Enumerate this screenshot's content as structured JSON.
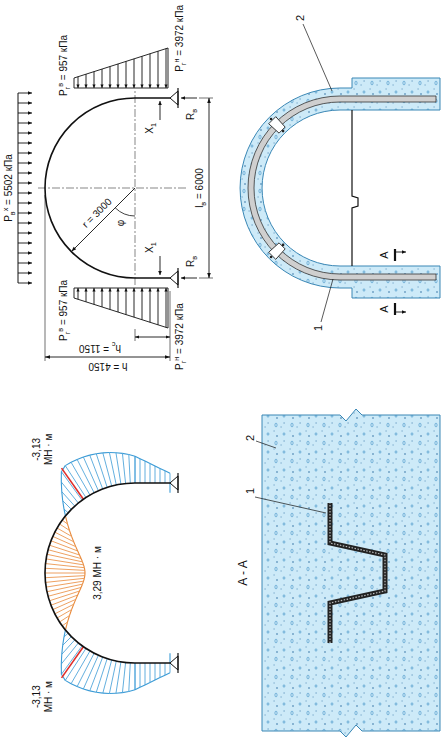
{
  "diagram": {
    "labels": [
      "Pвх = 5502 кПа",
      "Pгв = 957 кПа",
      "Pгн = 3972 кПа",
      "Pгв = 957 кПа",
      "Pгн = 3972 кПа",
      "r = 3000",
      "φ",
      "h = 4150",
      "hс = 1150",
      "lв = 6000",
      "X1",
      "X1",
      "Rв",
      "Rв",
      "-3,13 МН · м",
      "3,29 МН · м",
      "-3,13 МН · м",
      "2",
      "1",
      "A",
      "A",
      "A - A",
      "2",
      "1"
    ]
  }
}
